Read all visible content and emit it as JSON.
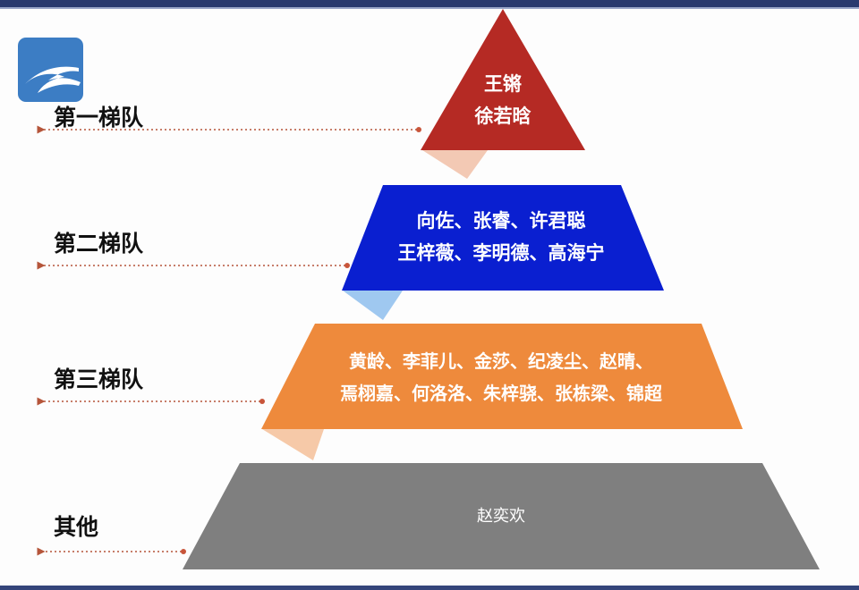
{
  "tiers": [
    {
      "label": "第一梯队",
      "names": [
        "王锵",
        "徐若晗"
      ],
      "color": "#b52a24"
    },
    {
      "label": "第二梯队",
      "names": [
        "向佐、张睿、许君聪",
        "王梓薇、李明德、高海宁"
      ],
      "color": "#0a1fd0"
    },
    {
      "label": "第三梯队",
      "names": [
        "黄龄、李菲儿、金莎、纪凌尘、赵晴、",
        "焉栩嘉、何洛洛、朱梓骁、张栋梁、锦超"
      ],
      "color": "#ee8a3c"
    },
    {
      "label": "其他",
      "names": [
        "赵奕欢"
      ],
      "color": "#7f7f7f"
    }
  ]
}
